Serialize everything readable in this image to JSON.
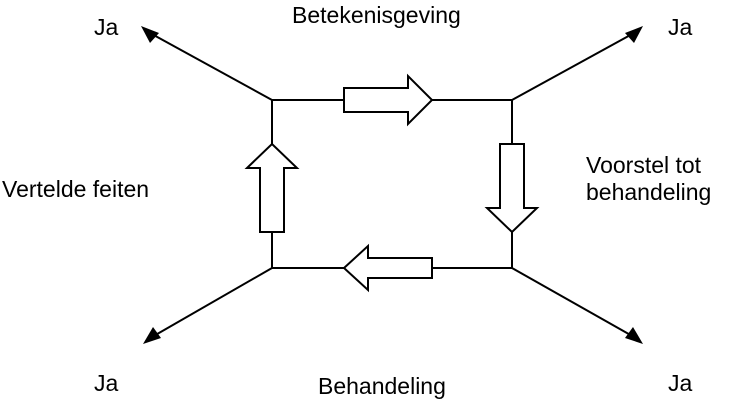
{
  "labels": {
    "top": "Betekenisgeving",
    "bottom": "Behandeling",
    "left": "Vertelde feiten",
    "right_line1": "Voorstel tot",
    "right_line2": "behandeling"
  },
  "corner_labels": {
    "top_left": "Ja",
    "top_right": "Ja",
    "bottom_left": "Ja",
    "bottom_right": "Ja"
  },
  "colors": {
    "line": "#000000",
    "arrow_fill": "#ffffff",
    "background": "#ffffff"
  }
}
